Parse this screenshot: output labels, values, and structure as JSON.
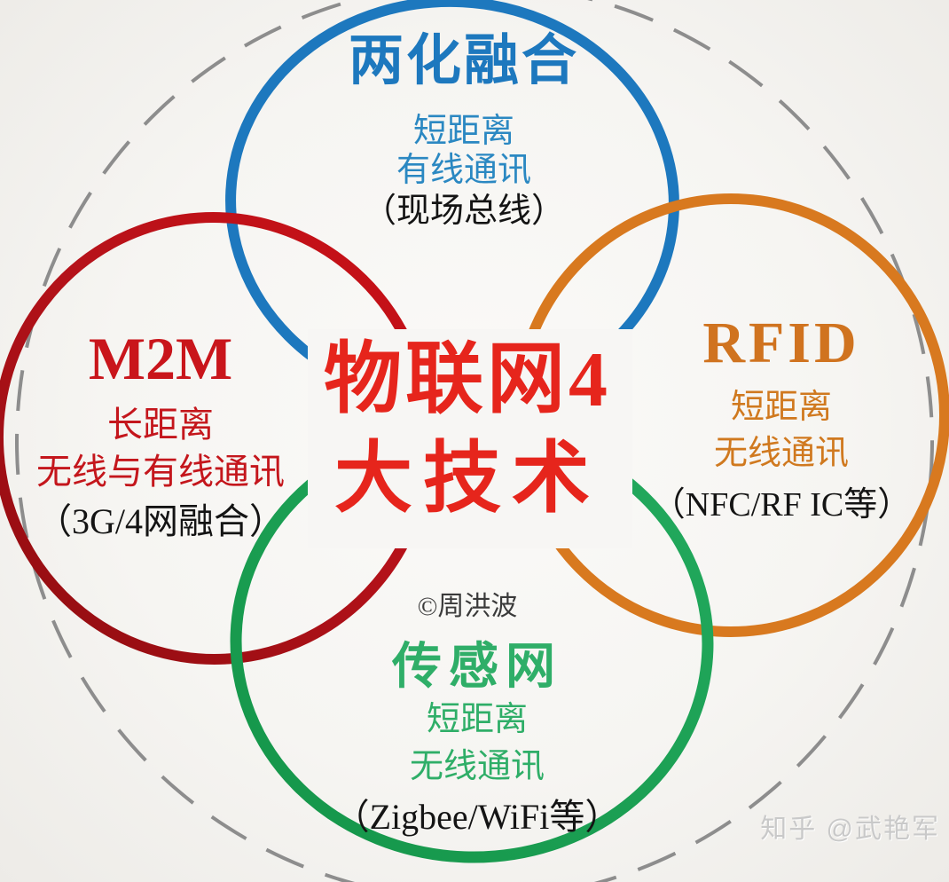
{
  "canvas": {
    "background": "#f5f4f2",
    "description_colors": {
      "outer_dashed_circle": "#8d8d8d",
      "blue_ring": "#1d78be",
      "orange_ring": "#d8791f",
      "red_ring": "#b5121a",
      "green_ring": "#1ea355",
      "center_title_red": "#e6251c",
      "note_black": "#141414",
      "watermark_gray": "#c9c9c9"
    }
  },
  "center": {
    "title_line1": "物联网4",
    "title_line2": "大技术",
    "copyright": "©周洪波"
  },
  "nodes": {
    "top": {
      "title": "两化融合",
      "line1": "短距离",
      "line2": "有线通讯",
      "note": "（现场总线）"
    },
    "right": {
      "title": "RFID",
      "line1": "短距离",
      "line2": "无线通讯",
      "note": "（NFC/RF IC等）"
    },
    "left": {
      "title": "M2M",
      "line1": "长距离",
      "line2": "无线与有线通讯",
      "note": "（3G/4网融合）"
    },
    "bottom": {
      "title": "传感网",
      "line1": "短距离",
      "line2": "无线通讯",
      "note": "（Zigbee/WiFi等）"
    }
  },
  "watermark": "知乎 @武艳军"
}
